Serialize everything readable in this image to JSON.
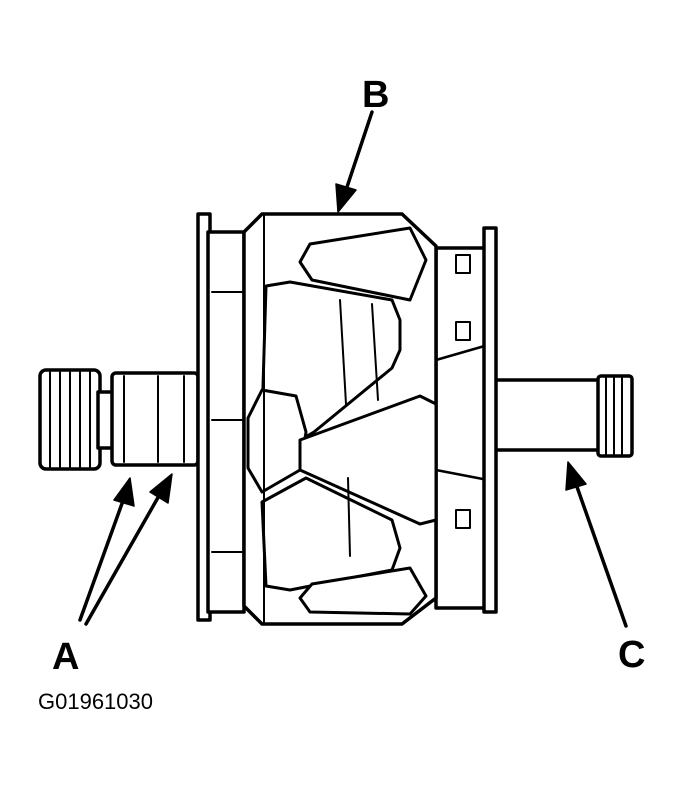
{
  "callouts": {
    "a": "A",
    "b": "B",
    "c": "C"
  },
  "figure_id": "G01961030",
  "colors": {
    "line": "#000000",
    "background": "#ffffff"
  }
}
